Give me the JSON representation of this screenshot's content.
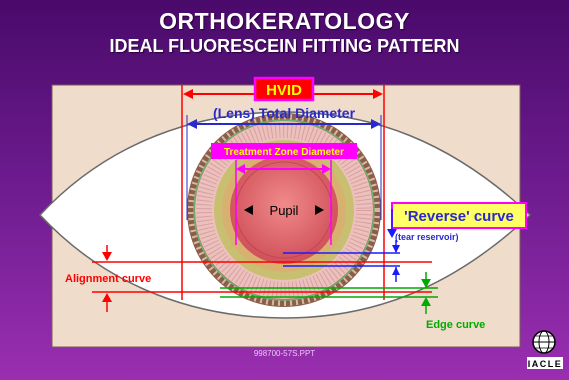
{
  "title": {
    "line1": "ORTHOKERATOLOGY",
    "line2": "IDEAL FLUORESCEIN FITTING PATTERN"
  },
  "labels": {
    "hvid": "HVID",
    "total_diameter": "(Lens) Total Diameter",
    "treatment_zone": "Treatment Zone Diameter",
    "pupil": "Pupil",
    "reverse_curve": "'Reverse' curve",
    "tear_reservoir": "(tear reservoir)",
    "alignment_curve": "Alignment curve",
    "edge_curve": "Edge curve"
  },
  "footer": {
    "code": "998700-57S.PPT"
  },
  "logo": {
    "text": "IACLE",
    "icon": "globe-icon"
  },
  "colors": {
    "background": "#6a1a8c",
    "panel": "#f0dccb",
    "hvid_box": "#ff0000",
    "hvid_border": "#ff00ff",
    "lens_arrow": "#2a2acc",
    "treatment_text": "#ffff00",
    "treatment_bg": "#ff00ff",
    "pupil": "#d05060",
    "reverse_box": "#ffff66",
    "alignment": "#ff0000",
    "edge": "#00aa00",
    "tear_line": "#1a1aff"
  }
}
